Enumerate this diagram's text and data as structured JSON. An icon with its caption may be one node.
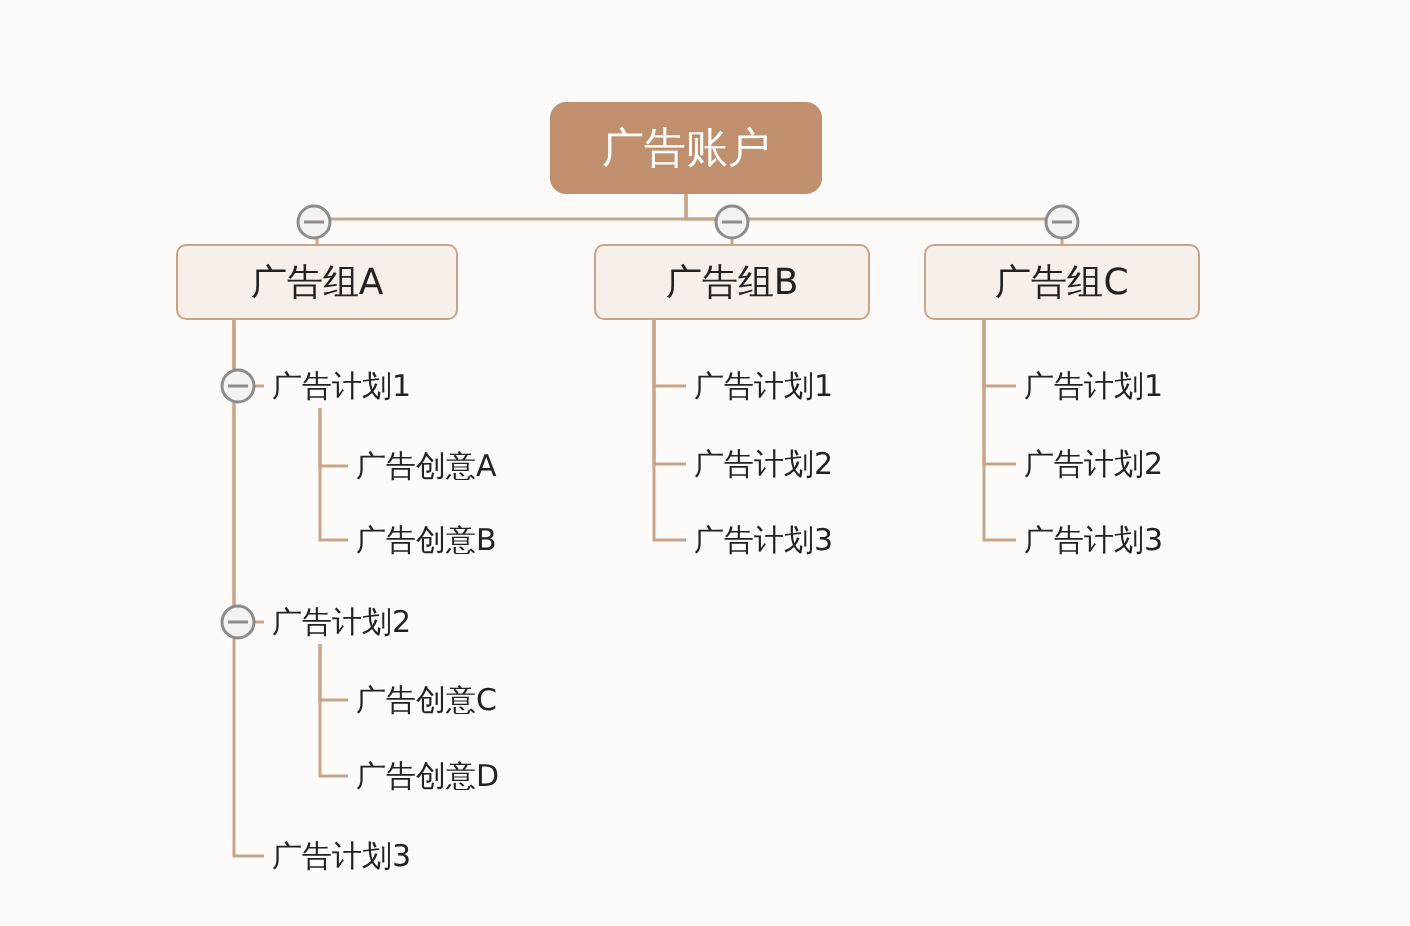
{
  "diagram": {
    "nodes": [
      {
        "text": [
          "广告账户"
        ]
      },
      {
        "text": [
          "广告组A"
        ]
      },
      {
        "text": [
          "广告计划1"
        ]
      },
      {
        "text": [
          "广告创意A"
        ]
      },
      {
        "text": [
          "广告创意B"
        ]
      },
      {
        "text": [
          "广告计划2"
        ]
      },
      {
        "text": [
          "广告创意C"
        ]
      },
      {
        "text": [
          "广告创意D"
        ]
      },
      {
        "text": [
          "广告计划3"
        ]
      },
      {
        "text": [
          "广告组B"
        ]
      },
      {
        "text": [
          "广告计划1"
        ]
      },
      {
        "text": [
          "广告计划2"
        ]
      },
      {
        "text": [
          "广告计划3"
        ]
      },
      {
        "text": [
          "广告组C"
        ]
      },
      {
        "text": [
          "广告计划1"
        ]
      },
      {
        "text": [
          "广告计划2"
        ]
      },
      {
        "text": [
          "广告计划3"
        ]
      }
    ],
    "edges": [
      {
        "from": 0,
        "to": 1,
        "arrow": "none"
      },
      {
        "from": 0,
        "to": 9,
        "arrow": "none"
      },
      {
        "from": 0,
        "to": 13,
        "arrow": "none"
      },
      {
        "from": 1,
        "to": 2,
        "arrow": "none"
      },
      {
        "from": 2,
        "to": 3,
        "arrow": "none"
      },
      {
        "from": 2,
        "to": 4,
        "arrow": "none"
      },
      {
        "from": 1,
        "to": 5,
        "arrow": "none"
      },
      {
        "from": 5,
        "to": 6,
        "arrow": "none"
      },
      {
        "from": 5,
        "to": 7,
        "arrow": "none"
      },
      {
        "from": 1,
        "to": 8,
        "arrow": "none"
      },
      {
        "from": 9,
        "to": 10,
        "arrow": "none"
      },
      {
        "from": 9,
        "to": 11,
        "arrow": "none"
      },
      {
        "from": 9,
        "to": 12,
        "arrow": "none"
      },
      {
        "from": 13,
        "to": 14,
        "arrow": "none"
      },
      {
        "from": 13,
        "to": 15,
        "arrow": "none"
      },
      {
        "from": 13,
        "to": 16,
        "arrow": "none"
      }
    ]
  }
}
